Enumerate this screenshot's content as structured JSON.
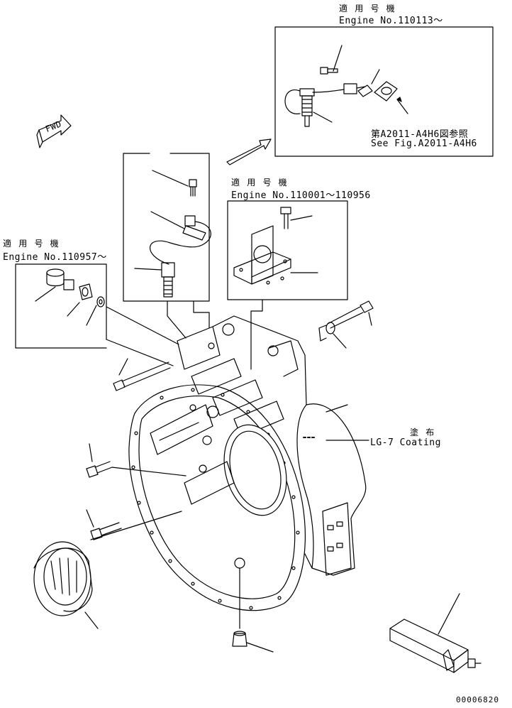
{
  "labels": {
    "top_apply": "適 用 号 機",
    "top_engine": "Engine No.110113～",
    "top_ref_jp": "第A2011-A4H6図参照",
    "top_ref_en": "See Fig.A2011-A4H6",
    "mid_apply": "適 用 号 機",
    "mid_engine": "Engine No.110001～110956",
    "left_apply": "適 用 号 機",
    "left_engine": "Engine No.110957～",
    "coating_jp": "塗 布",
    "coating_en": "LG-7 Coating",
    "fwd": "FWD",
    "doc_number": "00006820"
  },
  "colors": {
    "line": "#000000",
    "background": "#ffffff"
  }
}
